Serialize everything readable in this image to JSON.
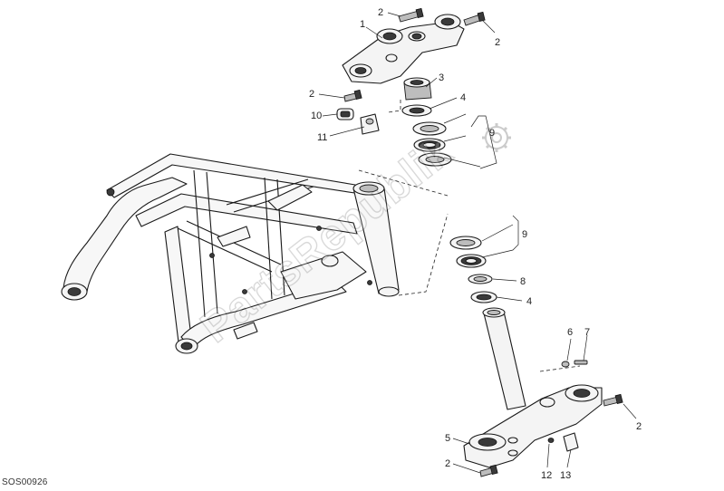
{
  "diagram": {
    "reference_code": "SOS00926",
    "callouts": [
      "1",
      "2",
      "2",
      "2",
      "3",
      "4",
      "10",
      "11",
      "9",
      "9",
      "8",
      "4",
      "6",
      "7",
      "2",
      "5",
      "2",
      "12",
      "13"
    ],
    "watermark_text": "PartsRepublik"
  }
}
